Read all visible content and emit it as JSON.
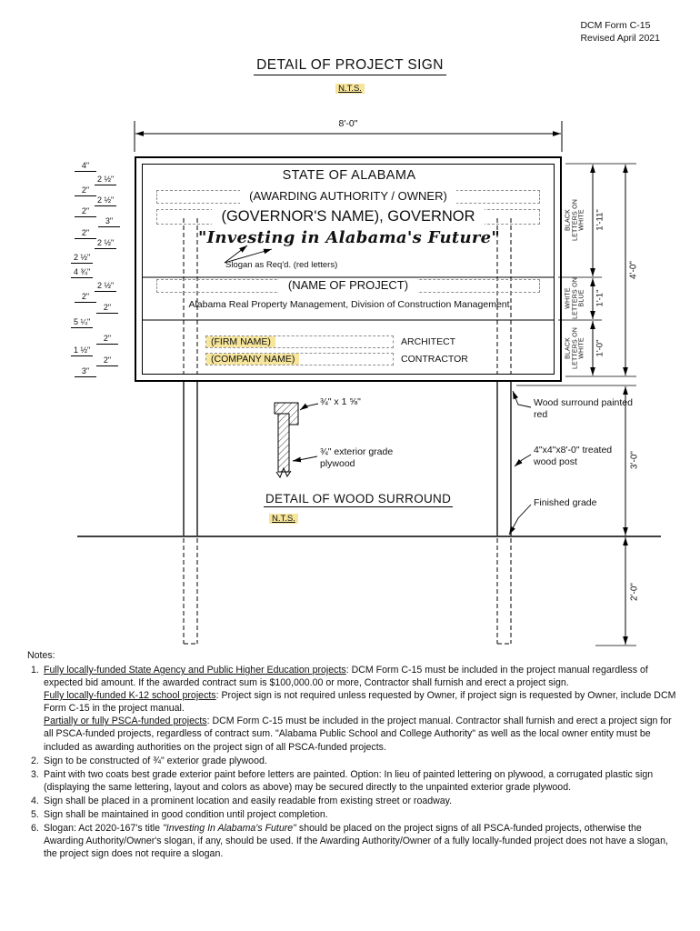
{
  "colors": {
    "highlight": "#F6E59B"
  },
  "form_header": {
    "line1": "DCM Form C-15",
    "line2": "Revised April 2021"
  },
  "sign_detail": {
    "title": "DETAIL OF PROJECT SIGN",
    "scale": "N.T.S."
  },
  "sign_board": {
    "width_dim": "8'-0\"",
    "state": "STATE OF ALABAMA",
    "awarding": "(AWARDING AUTHORITY / OWNER)",
    "governor": "(GOVERNOR'S NAME), GOVERNOR",
    "slogan": "\"Investing in Alabama's Future\"",
    "slogan_note": "Slogan as Req'd. (red letters)",
    "project": "(NAME OF PROJECT)",
    "division": "Alabama Real Property Management, Division of Construction Management",
    "firm": "(FIRM NAME)",
    "architect": "ARCHITECT",
    "company": "(COMPANY NAME)",
    "contractor": "CONTRACTOR"
  },
  "left_dims": [
    {
      "t": "4\""
    },
    {
      "t": "2 ½\""
    },
    {
      "t": "2\""
    },
    {
      "t": "2 ½\""
    },
    {
      "t": "2\""
    },
    {
      "t": "3\""
    },
    {
      "t": "2\""
    },
    {
      "t": "2 ½\""
    },
    {
      "t": "2 ½\""
    },
    {
      "t": "4 ¾\""
    },
    {
      "t": "2 ½\""
    },
    {
      "t": "2\""
    },
    {
      "t": "2\""
    },
    {
      "t": "5 ¼\""
    },
    {
      "t": "2\""
    },
    {
      "t": "1 ½\""
    },
    {
      "t": "2\""
    },
    {
      "t": "3\""
    }
  ],
  "right_sections": [
    {
      "label": "BLACK\nLETTERS ON\nWHITE",
      "dim": "1'-11\""
    },
    {
      "label": "WHITE\nLETTERS ON\nBLUE",
      "dim": "1'-1\""
    },
    {
      "label": "BLACK\nLETTERS ON\nWHITE",
      "dim": "1'-0\""
    }
  ],
  "dims": {
    "overall_height": "4'-0\"",
    "above_grade": "3'-0\"",
    "below_grade": "2'-0\""
  },
  "surround_detail": {
    "title": "DETAIL OF WOOD SURROUND",
    "scale": "N.T.S.",
    "trim_size": "¾\" x 1 ⅝\"",
    "plywood": "¾\" exterior grade\nplywood"
  },
  "callouts": {
    "paint": "Wood surround painted\nred",
    "post": "4\"x4\"x8'-0\" treated\nwood post",
    "grade": "Finished grade"
  },
  "notes": {
    "heading": "Notes:",
    "items": [
      {
        "num": "1.",
        "paras": [
          {
            "lead": "Fully locally-funded State Agency and Public Higher Education projects",
            "rest": ": DCM Form C-15 must be included in the project manual regardless of expected bid amount. If the awarded contract sum is $100,000.00 or more, Contractor shall furnish and erect a project sign."
          },
          {
            "lead": "Fully locally-funded K-12 school projects",
            "rest": ": Project sign is not required unless requested by Owner, if project sign is requested by Owner, include DCM Form C-15 in the project manual."
          },
          {
            "lead": "Partially or fully PSCA-funded projects",
            "rest": ": DCM Form C-15 must be included in the project manual. Contractor shall furnish and erect a project sign for all PSCA-funded projects, regardless of contract sum. \"Alabama Public School and College Authority\" as well as the local owner entity must be included as awarding authorities on the project sign of all PSCA-funded projects."
          }
        ]
      },
      {
        "num": "2.",
        "text": "Sign to be constructed of ¾\" exterior grade plywood."
      },
      {
        "num": "3.",
        "text": "Paint with two coats best grade exterior paint before letters are painted. Option: In lieu of painted lettering on plywood, a corrugated plastic sign (displaying the same lettering, layout and colors as above) may be secured directly to the unpainted exterior grade plywood."
      },
      {
        "num": "4.",
        "text": "Sign shall be placed in a prominent location and easily readable from existing street or roadway."
      },
      {
        "num": "5.",
        "text": "Sign shall be maintained in good condition until project completion."
      },
      {
        "num": "6.",
        "pre": "Slogan: Act 2020-167's title ",
        "italic": "\"Investing In Alabama's Future\"",
        "rest": " should be placed on the project signs of all PSCA-funded projects, otherwise the Awarding Authority/Owner's slogan, if any, should be used. If the Awarding Authority/Owner of a fully locally-funded project does not have a slogan, the project sign does not require a slogan."
      }
    ]
  }
}
